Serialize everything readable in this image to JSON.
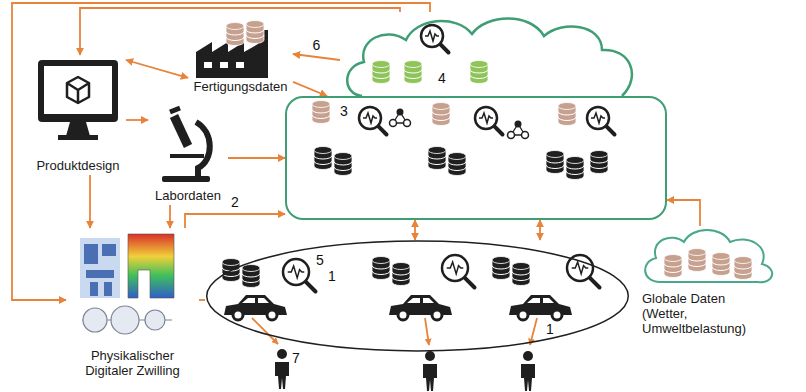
{
  "diagram": {
    "nodes": [
      {
        "text": [
          "Produktdesign"
        ]
      },
      {
        "text": [
          "Fertigungsdaten"
        ]
      },
      {
        "text": [
          "Labordaten"
        ]
      },
      {
        "text": [
          "4"
        ]
      },
      {
        "text": [
          "3"
        ]
      },
      {
        "text": [
          "5",
          "1"
        ]
      },
      {
        "text": [
          "Physikalischer Digitaler Zwilling"
        ]
      },
      {
        "text": [
          "Globale Daten (Wetter, Umweltbelastung)"
        ]
      }
    ],
    "edges": [
      {
        "from": 3,
        "to": 0,
        "arrow": "to"
      },
      {
        "from": 3,
        "to": 1,
        "arrow": "to",
        "label": "6"
      },
      {
        "from": 3,
        "to": 6,
        "arrow": "to"
      },
      {
        "from": 0,
        "to": 1,
        "arrow": "both"
      },
      {
        "from": 0,
        "to": 2,
        "arrow": "to"
      },
      {
        "from": 0,
        "to": 6,
        "arrow": "to"
      },
      {
        "from": 2,
        "to": 6,
        "arrow": "to"
      },
      {
        "from": 2,
        "to": 4,
        "arrow": "to"
      },
      {
        "from": 1,
        "to": 4,
        "arrow": "to"
      },
      {
        "from": 6,
        "to": 4,
        "arrow": "to",
        "label": "2"
      },
      {
        "from": 6,
        "to": 5,
        "arrow": "none"
      },
      {
        "from": 5,
        "to": 4,
        "arrow": "both"
      },
      {
        "from": 5,
        "to": 4,
        "arrow": "both"
      },
      {
        "from": 7,
        "to": 4,
        "arrow": "to"
      }
    ],
    "labels": [
      "1",
      "7"
    ]
  }
}
